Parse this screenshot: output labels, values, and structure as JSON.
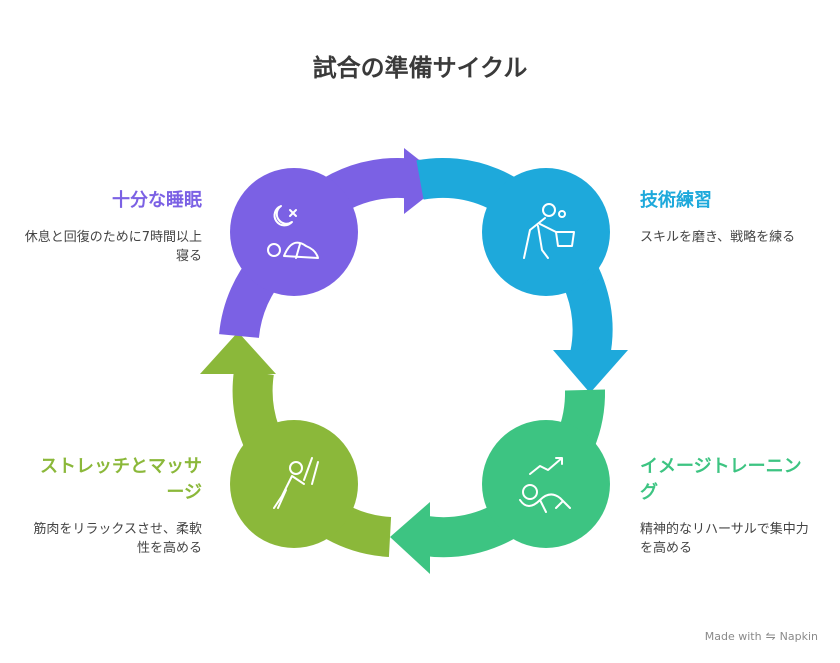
{
  "title": "試合の準備サイクル",
  "steps": [
    {
      "heading": "十分な睡眠",
      "desc": "休息と回復のために7時間以上寝る",
      "color": "#7b61e4",
      "icon": "sleep-icon"
    },
    {
      "heading": "技術練習",
      "desc": "スキルを磨き、戦略を練る",
      "color": "#1ea9db",
      "icon": "skill-practice-icon"
    },
    {
      "heading": "イメージトレーニング",
      "desc": "精神的なリハーサルで集中力を高める",
      "color": "#3dc482",
      "icon": "image-training-icon"
    },
    {
      "heading": "ストレッチとマッサージ",
      "desc": "筋肉をリラックスさせ、柔軟性を高める",
      "color": "#8bb83a",
      "icon": "stretch-icon"
    }
  ],
  "footer": {
    "text": "Made with",
    "brand": "Napkin"
  }
}
